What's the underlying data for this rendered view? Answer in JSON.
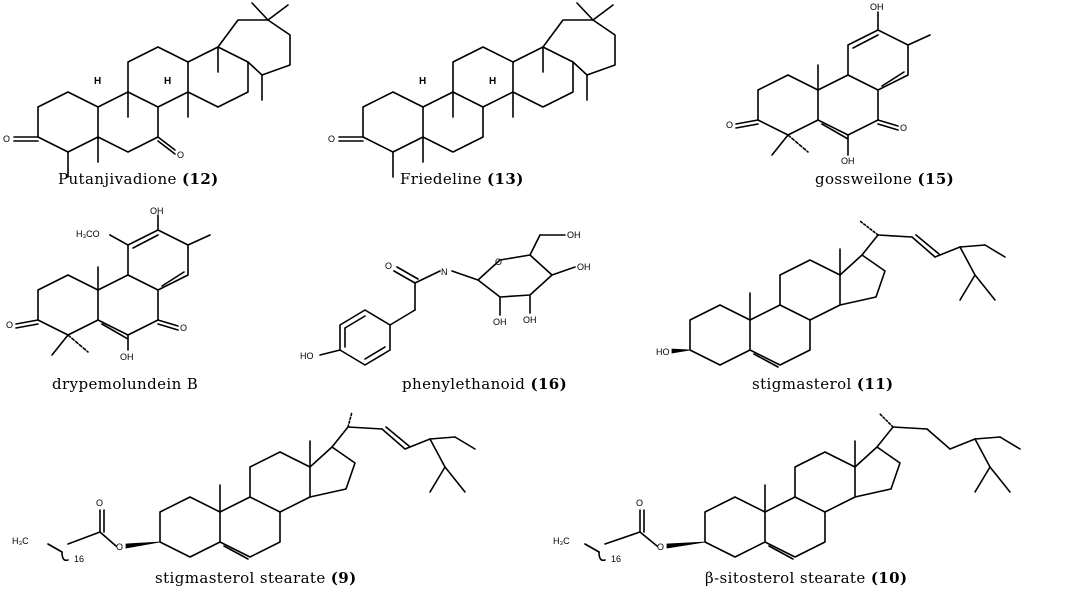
{
  "compounds": [
    {
      "name": "Putanjivadione",
      "number": "(12)"
    },
    {
      "name": "Friedeline",
      "number": "(13)"
    },
    {
      "name": "gossweilone",
      "number": "(15)"
    },
    {
      "name": "drypemolundein B",
      "number": ""
    },
    {
      "name": "phenylethanoid",
      "number": "(16)"
    },
    {
      "name": "stigmasterol",
      "number": "(11)"
    },
    {
      "name": "stigmasterol stearate",
      "number": "(9)"
    },
    {
      "name": "β-sitosterol stearate",
      "number": "(10)"
    }
  ],
  "atoms": {
    "oxygen": "O",
    "hydrogen": "H",
    "hydroxyl": "OH",
    "hydroxyl_left": "HO",
    "methoxy": "H₃CO",
    "amide_n": "N",
    "h3c": "H₃C",
    "h3c_small": "H₃C",
    "repeat_16": "16"
  }
}
